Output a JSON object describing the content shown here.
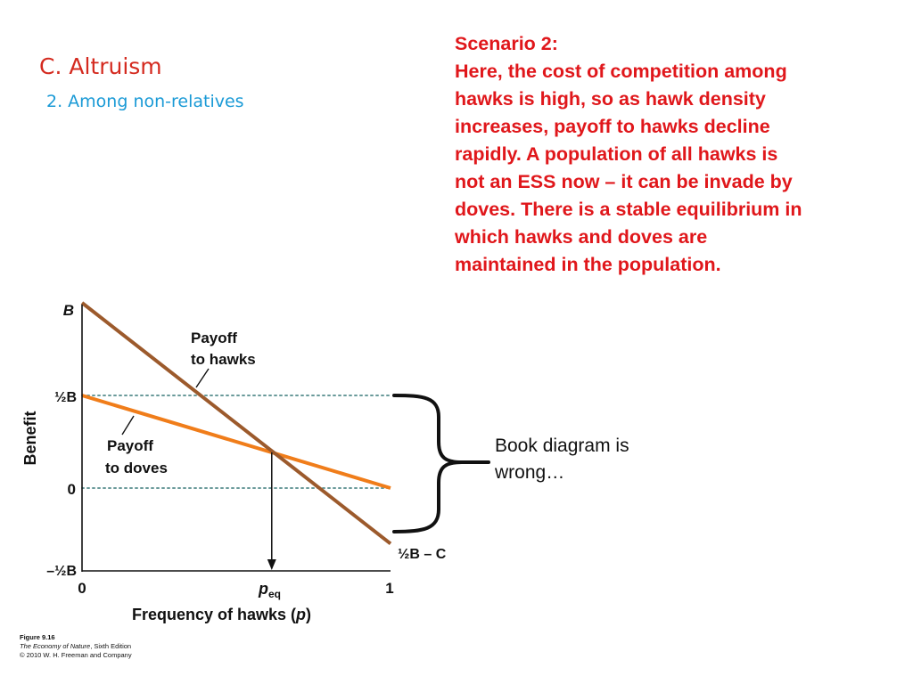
{
  "header": {
    "title": "C. Altruism",
    "subtitle": "2. Among non-relatives"
  },
  "scenario": {
    "lines": [
      "Scenario 2:",
      "Here, the cost of competition among",
      "hawks is high, so as hawk density",
      "increases, payoff to hawks decline",
      "rapidly.  A population of all hawks is",
      "not an ESS now – it can be invade by",
      "doves.  There is a stable equilibrium in",
      "which hawks and doves are",
      "maintained in the population."
    ]
  },
  "note": {
    "lines": [
      "Book diagram is",
      "wrong…"
    ]
  },
  "caption": {
    "figure": "Figure 9.16",
    "book": "The Economy of Nature",
    "edition": ", Sixth Edition",
    "copyright": "© 2010 W. H. Freeman and Company"
  },
  "chart_data": {
    "type": "line",
    "ylabel": "Benefit",
    "xlabel_text": "Frequency of hawks (",
    "xlabel_var": "p",
    "xlabel_close": ")",
    "x_ticks": [
      "0",
      "1"
    ],
    "x_mark_main": "p",
    "x_mark_sub": "eq",
    "y_ticks": [
      "B",
      "½B",
      "0",
      "–½B"
    ],
    "y_tick_values": [
      1,
      0.5,
      0,
      -0.5
    ],
    "xlim": [
      0,
      1
    ],
    "ylim": [
      -0.5,
      1
    ],
    "end_label": "½B – C",
    "colors": {
      "hawks": "#9c5a2c",
      "doves": "#f07d1a",
      "reference": "#6a9a9a"
    },
    "series": [
      {
        "name": "hawks",
        "label_line1": "Payoff",
        "label_line2": "to hawks",
        "x": [
          0,
          1
        ],
        "y": [
          1,
          -0.3
        ]
      },
      {
        "name": "doves",
        "label_line1": "Payoff",
        "label_line2": "to doves",
        "x": [
          0,
          1
        ],
        "y": [
          0.5,
          0
        ]
      }
    ],
    "p_eq": 0.615
  }
}
